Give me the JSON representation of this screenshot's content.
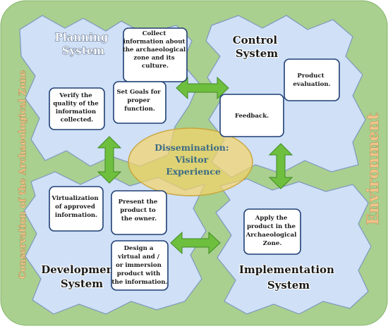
{
  "side_labels": {
    "left": "Conservation of the Archaeological Zone",
    "right": "Environment"
  },
  "systems": {
    "planning": [
      "Planning",
      "System"
    ],
    "control": [
      "Control",
      "System"
    ],
    "development": [
      "Development",
      "System"
    ],
    "implementation": [
      "Implementation",
      "System"
    ]
  },
  "center": [
    "Dissemination:",
    "Visitor",
    "Experience"
  ],
  "boxes": {
    "collect": [
      "Collect",
      "information about",
      "the archaeological",
      "zone and its",
      "culture."
    ],
    "verify": [
      "Verify the",
      "quality of the",
      "information",
      "collected."
    ],
    "goals": [
      "Set Goals for",
      "proper",
      "function."
    ],
    "product_eval": [
      "Product",
      "evaluation."
    ],
    "feedback": [
      "Feedback."
    ],
    "virtualization": [
      "Virtualization",
      "of approved",
      "information."
    ],
    "present": [
      "Present the",
      "product to",
      "the owner."
    ],
    "apply": [
      "Apply the",
      "product in the",
      "Archaeological",
      "Zone."
    ],
    "design": [
      "Design a",
      "virtual and /",
      "or immersion",
      "product with",
      "the information."
    ]
  }
}
